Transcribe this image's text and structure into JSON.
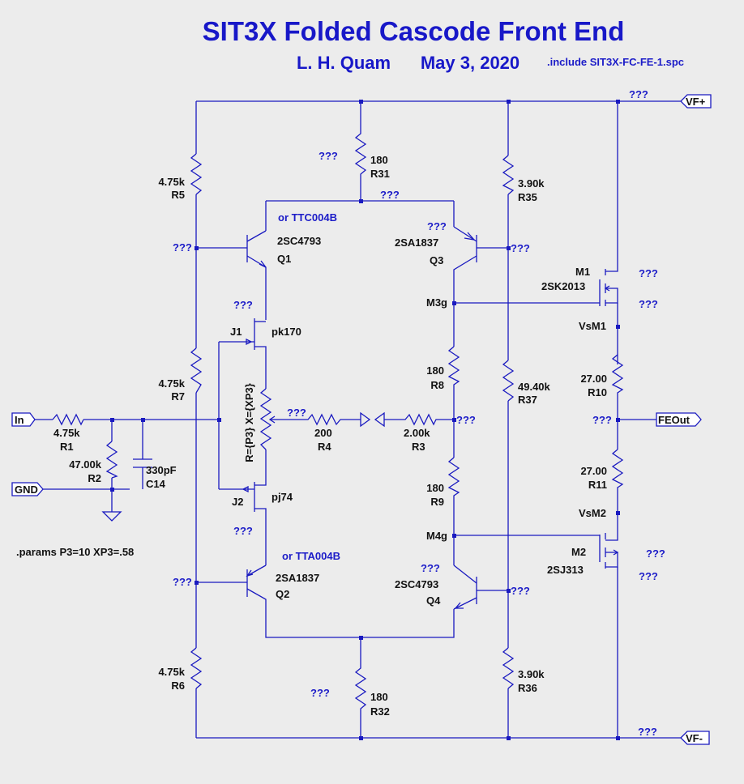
{
  "title": "SIT3X Folded Cascode Front End",
  "author": "L. H. Quam",
  "date": "May 3, 2020",
  "include": ".include SIT3X-FC-FE-1.spc",
  "params": ".params P3=10 XP3=.58",
  "unknown": "???",
  "ports": {
    "vfp": "VF+",
    "vfn": "VF-",
    "in": "In",
    "gnd": "GND",
    "feout": "FEOut"
  },
  "resistors": {
    "r1": {
      "value": "4.75k",
      "ref": "R1"
    },
    "r2": {
      "value": "47.00k",
      "ref": "R2"
    },
    "r3": {
      "value": "2.00k",
      "ref": "R3"
    },
    "r4": {
      "value": "200",
      "ref": "R4"
    },
    "r5": {
      "value": "4.75k",
      "ref": "R5"
    },
    "r6": {
      "value": "4.75k",
      "ref": "R6"
    },
    "r7": {
      "value": "4.75k",
      "ref": "R7"
    },
    "r8": {
      "value": "180",
      "ref": "R8"
    },
    "r9": {
      "value": "180",
      "ref": "R9"
    },
    "r10": {
      "value": "27.00",
      "ref": "R10"
    },
    "r11": {
      "value": "27.00",
      "ref": "R11"
    },
    "r31": {
      "value": "180",
      "ref": "R31"
    },
    "r32": {
      "value": "180",
      "ref": "R32"
    },
    "r35": {
      "value": "3.90k",
      "ref": "R35"
    },
    "r36": {
      "value": "3.90k",
      "ref": "R36"
    },
    "r37": {
      "value": "49.40k",
      "ref": "R37"
    }
  },
  "capacitor": {
    "value": "330pF",
    "ref": "C14"
  },
  "pot": {
    "label": "R={P3} X={XP3}"
  },
  "transistors": {
    "q1": {
      "part": "2SC4793",
      "ref": "Q1",
      "alt": "or TTC004B"
    },
    "q2": {
      "part": "2SA1837",
      "ref": "Q2",
      "alt": "or TTA004B"
    },
    "q3": {
      "part": "2SA1837",
      "ref": "Q3"
    },
    "q4": {
      "part": "2SC4793",
      "ref": "Q4"
    },
    "j1": {
      "ref": "J1",
      "part": "pk170"
    },
    "j2": {
      "ref": "J2",
      "part": "pj74"
    },
    "m1": {
      "ref": "M1",
      "part": "2SK2013"
    },
    "m2": {
      "ref": "M2",
      "part": "2SJ313"
    }
  },
  "nets": {
    "m3g": "M3g",
    "m4g": "M4g",
    "vsm1": "VsM1",
    "vsm2": "VsM2"
  }
}
